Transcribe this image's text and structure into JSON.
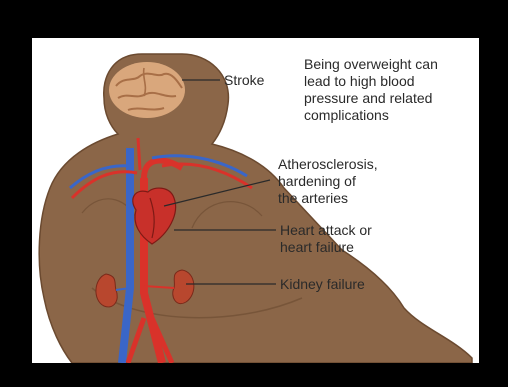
{
  "caption": "Being overweight can\nlead to high blood\npressure and related\ncomplications",
  "labels": {
    "stroke": "Stroke",
    "atherosclerosis": "Atherosclerosis,\nhardening of\nthe arteries",
    "heart": "Heart attack or\nheart failure",
    "kidney": "Kidney failure"
  },
  "colors": {
    "frame": "#000000",
    "panel": "#ffffff",
    "body": "#8b6648",
    "outline": "#6b4a30",
    "artery": "#d9322a",
    "vein": "#3a66c8",
    "brain": "#d9a77c",
    "kidney": "#b8472e"
  }
}
